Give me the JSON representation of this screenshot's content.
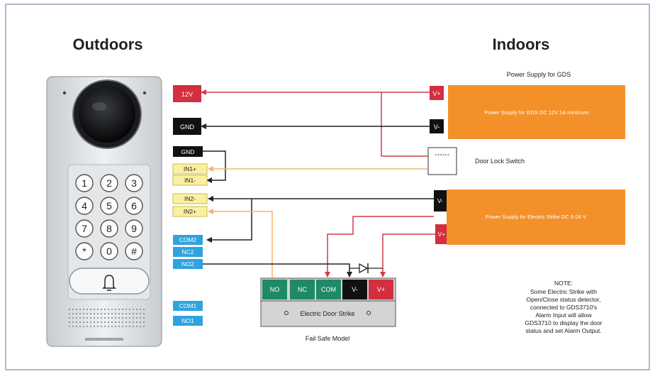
{
  "headings": {
    "outdoors": "Outdoors",
    "indoors": "Indoors"
  },
  "device_terminals": {
    "v12": "12V",
    "gnd1": "GND",
    "gnd2": "GND",
    "in1p": "IN1+",
    "in1m": "IN1-",
    "in2m": "IN2-",
    "in2p": "IN2+",
    "com2": "COM2",
    "nc2": "NC2",
    "no2": "NO2",
    "com1": "COM1",
    "no1": "NO1"
  },
  "keypad": {
    "keys": [
      "1",
      "2",
      "3",
      "4",
      "5",
      "6",
      "7",
      "8",
      "9",
      "*",
      "0",
      "#"
    ]
  },
  "gds_power": {
    "caption": "Power Supply for GDS",
    "label": "Power Supply for GDS DC 12V 1A minimum",
    "vplus": "V+",
    "vminus": "V-"
  },
  "door_lock_switch": {
    "label": "Door Lock Switch"
  },
  "strike_power": {
    "label": "Power Supply for  Electric Strike DC 6-24 V",
    "vminus": "V-",
    "vplus": "V+"
  },
  "strike": {
    "terminals": [
      "NO",
      "NC",
      "COM",
      "V-",
      "V+"
    ],
    "label": "Electric Door Strike",
    "caption": "Fail Safe Model"
  },
  "note": {
    "title": "NOTE:",
    "lines": [
      "Some Electric Strike with",
      "Open/Close status detector,",
      "connected to GDS3710's",
      "Alarm Input will allow",
      "GDS3710 to display the door",
      "status and set Alarm Output."
    ]
  },
  "colors": {
    "frame": "#aeb9cc",
    "terminal_red": "#d32f3f",
    "terminal_black": "#111111",
    "terminal_yellow": "#fbf0a2",
    "terminal_blue": "#2fa3df",
    "terminal_green": "#1f8a67",
    "supply_orange": "#f4902a",
    "wire_red": "#d23b4a",
    "wire_orange": "#f5b36a",
    "wire_black": "#222222"
  }
}
